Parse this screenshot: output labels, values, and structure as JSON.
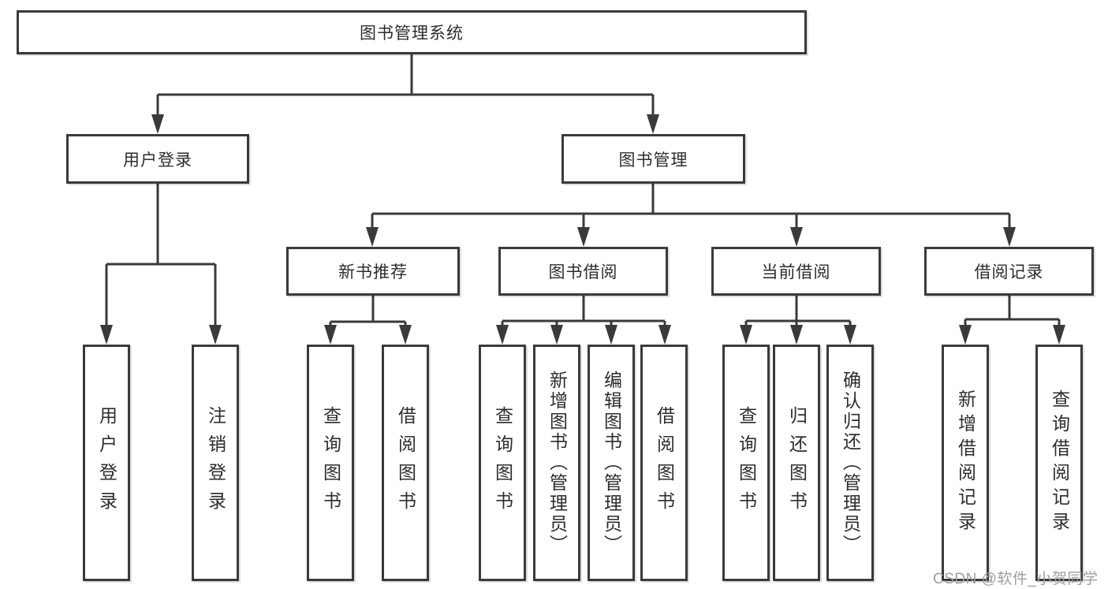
{
  "root": {
    "label": "图书管理系统"
  },
  "level2": [
    {
      "label": "用户登录"
    },
    {
      "label": "图书管理"
    }
  ],
  "level3": [
    {
      "label": "新书推荐",
      "parent": "图书管理"
    },
    {
      "label": "图书借阅",
      "parent": "图书管理"
    },
    {
      "label": "当前借阅",
      "parent": "图书管理"
    },
    {
      "label": "借阅记录",
      "parent": "图书管理"
    }
  ],
  "leaves": [
    {
      "label": "用户登录",
      "parent": "用户登录"
    },
    {
      "label": "注销登录",
      "parent": "用户登录"
    },
    {
      "label": "查询图书",
      "parent": "新书推荐"
    },
    {
      "label": "借阅图书",
      "parent": "新书推荐"
    },
    {
      "label": "查询图书",
      "parent": "图书借阅"
    },
    {
      "label": "新增图书（管理员）",
      "parent": "图书借阅"
    },
    {
      "label": "编辑图书（管理员）",
      "parent": "图书借阅"
    },
    {
      "label": "借阅图书",
      "parent": "图书借阅"
    },
    {
      "label": "查询图书",
      "parent": "当前借阅"
    },
    {
      "label": "归还图书",
      "parent": "当前借阅"
    },
    {
      "label": "确认归还（管理员）",
      "parent": "当前借阅"
    },
    {
      "label": "新增借阅记录",
      "parent": "借阅记录"
    },
    {
      "label": "查询借阅记录",
      "parent": "借阅记录"
    }
  ],
  "watermark": "CSDN @软件_小贺同学",
  "colors": {
    "line": "#3a3a3a",
    "text": "#2d2d2d",
    "watermark": "#9e9e9e",
    "background": "#ffffff"
  }
}
